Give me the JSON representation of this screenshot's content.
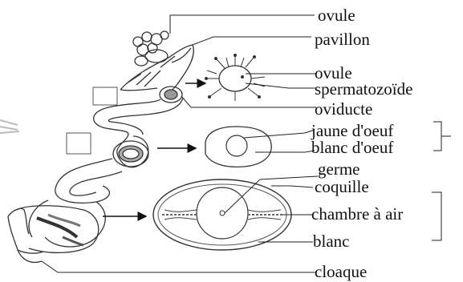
{
  "labels": {
    "ovule_top": "ovule",
    "pavillon": "pavillon",
    "ovule": "ovule",
    "spermatozoide": "spermatozoïde",
    "oviducte": "oviducte",
    "jaune": "jaune d'oeuf",
    "blanc_oeuf": "blanc d'oeuf",
    "germe": "germe",
    "coquille": "coquille",
    "chambre": "chambre à air",
    "blanc": "blanc",
    "cloaque": "cloaque"
  },
  "answer_boxes": [
    {
      "value": ""
    },
    {
      "value": ""
    }
  ]
}
